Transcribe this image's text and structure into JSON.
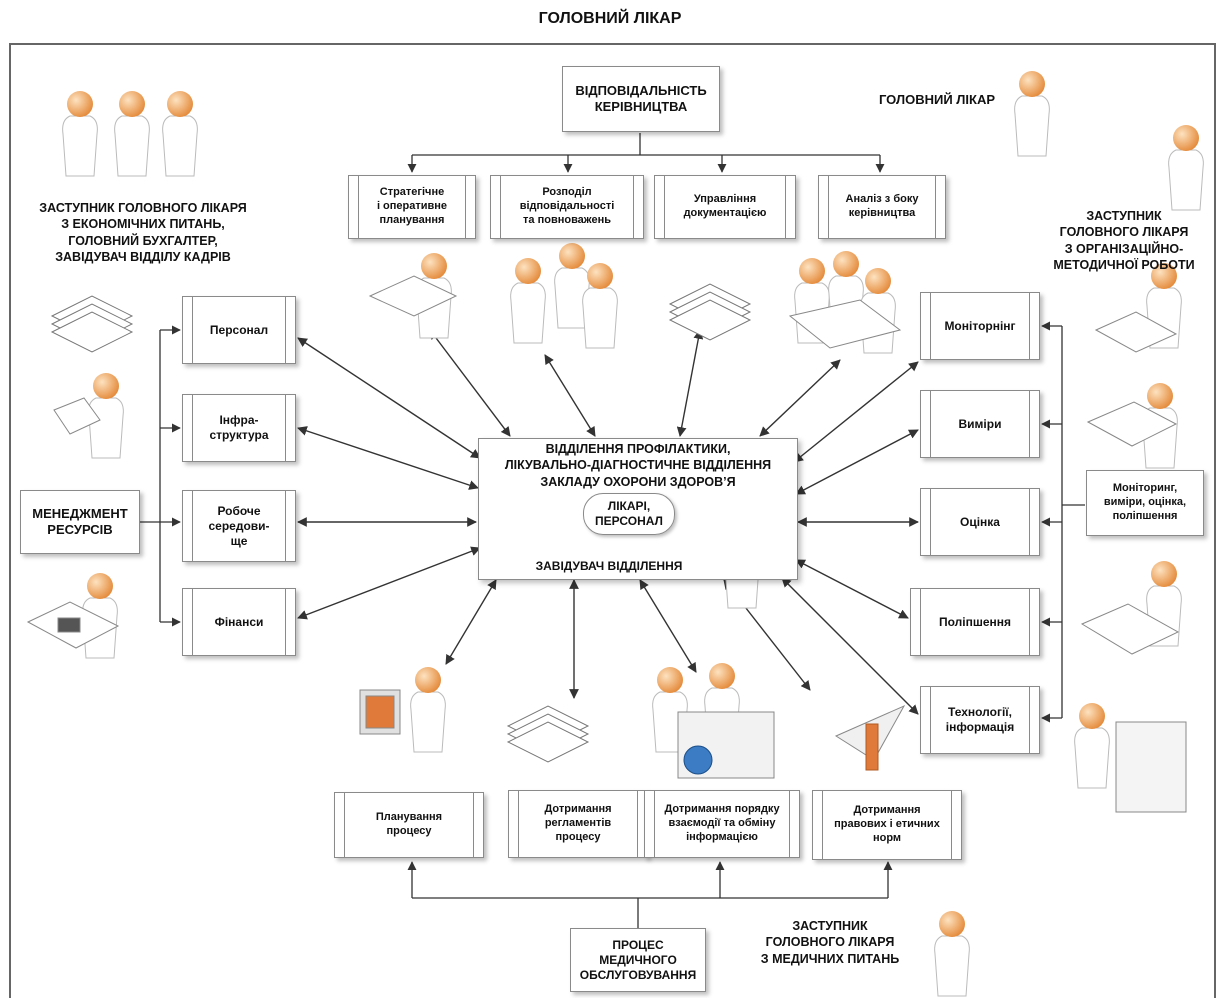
{
  "title": "ГОЛОВНИЙ ЛІКАР",
  "roles": {
    "head_doctor": "ГОЛОВНИЙ ЛІКАР",
    "deputy_econ": "ЗАСТУПНИК ГОЛОВНОГО ЛІКАРЯ\nЗ ЕКОНОМІЧНИХ ПИТАНЬ,\nГОЛОВНИЙ БУХГАЛТЕР,\nЗАВІДУВАЧ ВІДДІЛУ КАДРІВ",
    "deputy_org": "ЗАСТУПНИК\nГОЛОВНОГО ЛІКАРЯ\nЗ ОРГАНІЗАЦІЙНО-\nМЕТОДИЧНОЇ РОБОТИ",
    "deputy_med": "ЗАСТУПНИК\nГОЛОВНОГО ЛІКАРЯ\nЗ МЕДИЧНИХ ПИТАНЬ"
  },
  "top": {
    "responsibility": "ВІДПОВІДАЛЬНІСТЬ\nКЕРІВНИЦТВА",
    "items": [
      "Стратегічне\nі оперативне\nпланування",
      "Розподіл\nвідповідальності\nта повноважень",
      "Управління\nдокументацією",
      "Аналіз з боку\nкерівництва"
    ]
  },
  "left": {
    "management": "МЕНЕДЖМЕНТ\nРЕСУРСІВ",
    "items": [
      "Персонал",
      "Інфра-\nструктура",
      "Робоче\nсередови-\nще",
      "Фінанси"
    ]
  },
  "right": {
    "items": [
      "Моніторнінг",
      "Виміри",
      "Оцінка",
      "Поліпшення",
      "Технології,\nінформація"
    ],
    "summary": "Моніторинг,\nвиміри, оцінка,\nполіпшення"
  },
  "center": {
    "title": "ВІДДІЛЕННЯ ПРОФІЛАКТИКИ,\nЛІКУВАЛЬНО-ДІАГНОСТИЧНЕ ВІДДІЛЕННЯ\nЗАКЛАДУ ОХОРОНИ ЗДОРОВ’Я",
    "staff": "ЛІКАРІ,\nПЕРСОНАЛ",
    "head": "ЗАВІДУВАЧ ВІДДІЛЕННЯ"
  },
  "bottom": {
    "items": [
      "Планування\nпроцесу",
      "Дотримання\nрегламентів\nпроцесу",
      "Дотримання порядку\nвзаємодії та обміну\nінформацією",
      "Дотримання\nправових і етичних\nнорм"
    ],
    "process": "ПРОЦЕС\nМЕДИЧНОГО\nОБСЛУГОВУВАННЯ"
  },
  "colors": {
    "person_head": "#f0a860",
    "person_body": "#ffffff",
    "outline": "#8a8a8a",
    "arrow": "#333333"
  }
}
